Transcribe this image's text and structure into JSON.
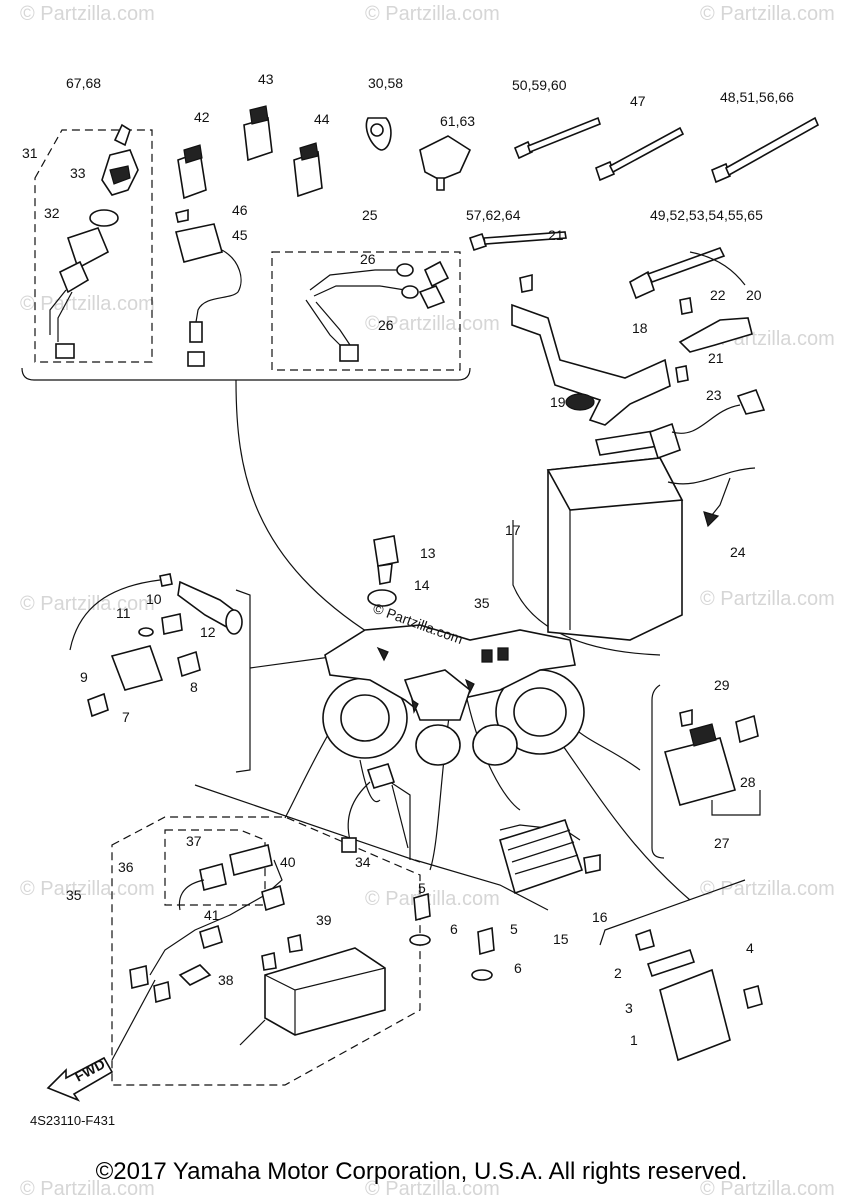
{
  "diagram": {
    "drawing_code": "4S23110-F431",
    "copyright": "©2017 Yamaha Motor Corporation, U.S.A. All rights reserved.",
    "watermark": "© Partzilla.com",
    "center_watermark": "© Partzilla.com",
    "fwd_label": "FWD",
    "part_labels": [
      "67,68",
      "31",
      "33",
      "32",
      "43",
      "42",
      "44",
      "46",
      "45",
      "30,58",
      "61,63",
      "25",
      "26",
      "26",
      "50,59,60",
      "47",
      "48,51,56,66",
      "57,62,64",
      "21",
      "49,52,53,54,55,65",
      "22",
      "20",
      "18",
      "21",
      "19",
      "23",
      "17",
      "24",
      "13",
      "14",
      "35",
      "10",
      "11",
      "12",
      "9",
      "8",
      "7",
      "29",
      "28",
      "27",
      "34",
      "5",
      "6",
      "5",
      "6",
      "16",
      "15",
      "4",
      "2",
      "3",
      "1",
      "37",
      "36",
      "40",
      "35",
      "41",
      "39",
      "38"
    ]
  }
}
